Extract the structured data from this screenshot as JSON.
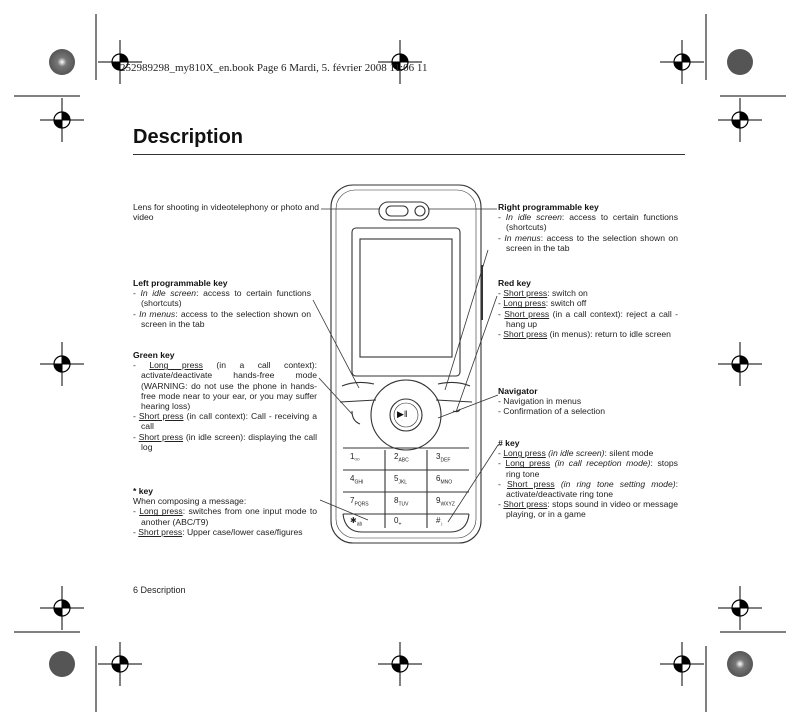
{
  "header": {
    "book_line": "252989298_my810X_en.book  Page 6  Mardi, 5. février 2008  11:06 11"
  },
  "page": {
    "title": "Description",
    "footer": "6 Description"
  },
  "lens": {
    "text": "Lens for shooting in videotelephony or photo and video"
  },
  "right_key": {
    "heading": "Right programmable key",
    "b1_em": "In idle screen",
    "b1_rest": ": access to certain functions (shortcuts)",
    "b2_em": "In menus",
    "b2_rest": ": access to the selection shown on screen in the tab"
  },
  "left_key": {
    "heading": "Left programmable key",
    "b1_em": "In idle screen",
    "b1_rest": ": access to certain functions (shortcuts)",
    "b2_em": "In menus",
    "b2_rest": ": access to the selection shown on screen in the tab"
  },
  "red_key": {
    "heading": "Red key",
    "b1_u": "Short press",
    "b1_rest": ": switch on",
    "b2_u": "Long press",
    "b2_rest": ": switch off",
    "b3_u": "Short press",
    "b3_rest": " (in a call context): reject a call - hang up",
    "b4_u": "Short press",
    "b4_rest": " (in menus): return to idle screen"
  },
  "green_key": {
    "heading": "Green key",
    "b1_u": "Long press",
    "b1_rest": " (in a call context): activate/deactivate hands-free mode (WARNING: do not use the phone in hands-free mode near to your ear, or you may suffer hearing loss)",
    "b2_u": "Short press",
    "b2_rest": " (in call context): Call - receiving a call",
    "b3_u": "Short press",
    "b3_rest": " (in idle screen): displaying the call log"
  },
  "navigator": {
    "heading": "Navigator",
    "b1": "Navigation in menus",
    "b2": "Confirmation of a selection"
  },
  "hash_key": {
    "heading": "# key",
    "b1_u": "Long press",
    "b1_em": " (in idle screen)",
    "b1_rest": ": silent mode",
    "b2_u": "Long press",
    "b2_em": " (in call reception mode)",
    "b2_rest": ": stops ring tone",
    "b3_u": "Short press",
    "b3_em": " (in ring tone setting mode)",
    "b3_rest": ": activate/deactivate ring tone",
    "b4_u": "Short press",
    "b4_rest": ": stops sound in video or message playing, or in a game"
  },
  "star_key": {
    "heading": "* key",
    "intro": "When composing a message:",
    "b1_u": "Long press",
    "b1_rest": ": switches from one input mode to another (ABC/T9)",
    "b2_u": "Short press",
    "b2_rest": ": Upper case/lower case/figures"
  },
  "keypad": {
    "k1": "1",
    "k1s": "ᴼᴼ",
    "k2": "2",
    "k2s": "ABC",
    "k3": "3",
    "k3s": "DEF",
    "k4": "4",
    "k4s": "GHI",
    "k5": "5",
    "k5s": "JKL",
    "k6": "6",
    "k6s": "MNO",
    "k7": "7",
    "k7s": "PQRS",
    "k8": "8",
    "k8s": "TUV",
    "k9": "9",
    "k9s": "WXYZ",
    "kstar": "✱",
    "kstars": "ab",
    "k0": "0",
    "k0s": "+",
    "khash": "#",
    "khashs": "↕",
    "nav_center": "▶‖"
  },
  "colors": {
    "text": "#222222",
    "line": "#333333",
    "print_mark": "#000000"
  }
}
